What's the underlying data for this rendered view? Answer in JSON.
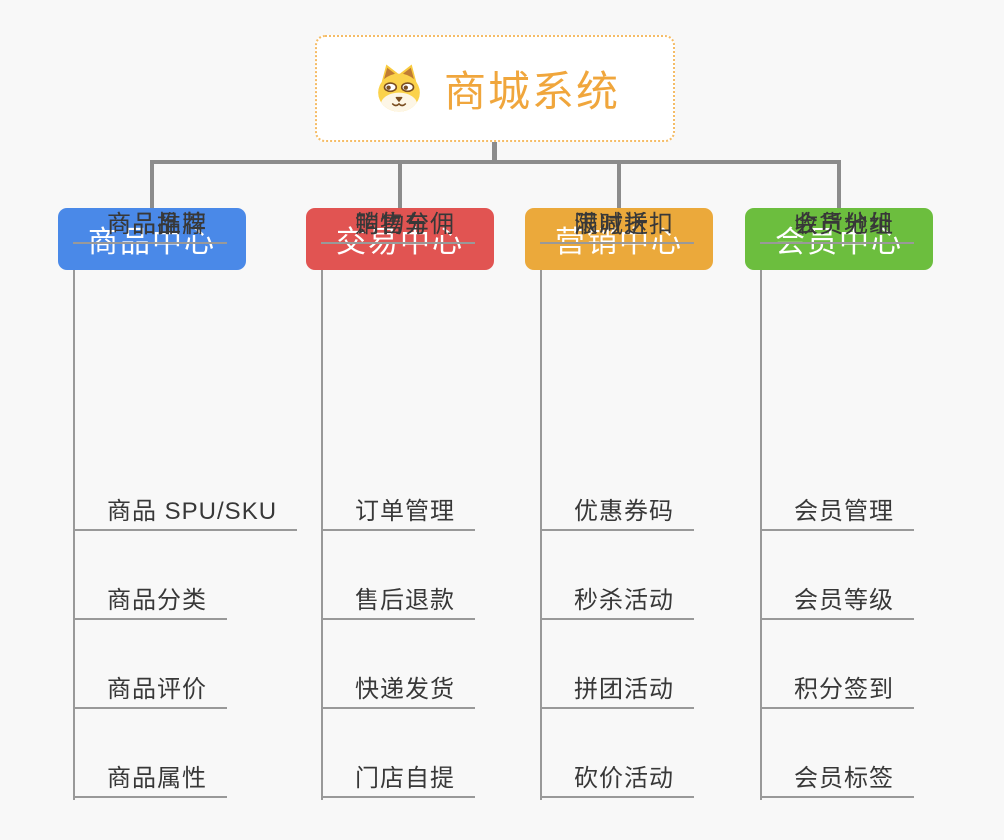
{
  "canvas": {
    "background": "#f8f8f8",
    "connector_color": "#8c8c8c",
    "leaf_line_color": "#999999",
    "leaf_text_color": "#383838"
  },
  "root": {
    "title": "商城系统",
    "title_color": "#f0a63c",
    "border_color": "#f5bc66",
    "icon": "dog-face-icon"
  },
  "branches": [
    {
      "label": "商品中心",
      "color": "#4a89e8",
      "children": [
        "商品 SPU/SKU",
        "商品分类",
        "商品评价",
        "商品属性",
        "商品推荐",
        "商品品牌"
      ]
    },
    {
      "label": "交易中心",
      "color": "#e15452",
      "children": [
        "订单管理",
        "售后退款",
        "快递发货",
        "门店自提",
        "购物车",
        "销售分佣"
      ]
    },
    {
      "label": "营销中心",
      "color": "#eba93b",
      "children": [
        "优惠券码",
        "秒杀活动",
        "拼团活动",
        "砍价活动",
        "限时折扣",
        "满减送"
      ]
    },
    {
      "label": "会员中心",
      "color": "#6cbe3e",
      "children": [
        "会员管理",
        "会员等级",
        "积分签到",
        "会员标签",
        "会员分组",
        "收货地址"
      ]
    }
  ]
}
